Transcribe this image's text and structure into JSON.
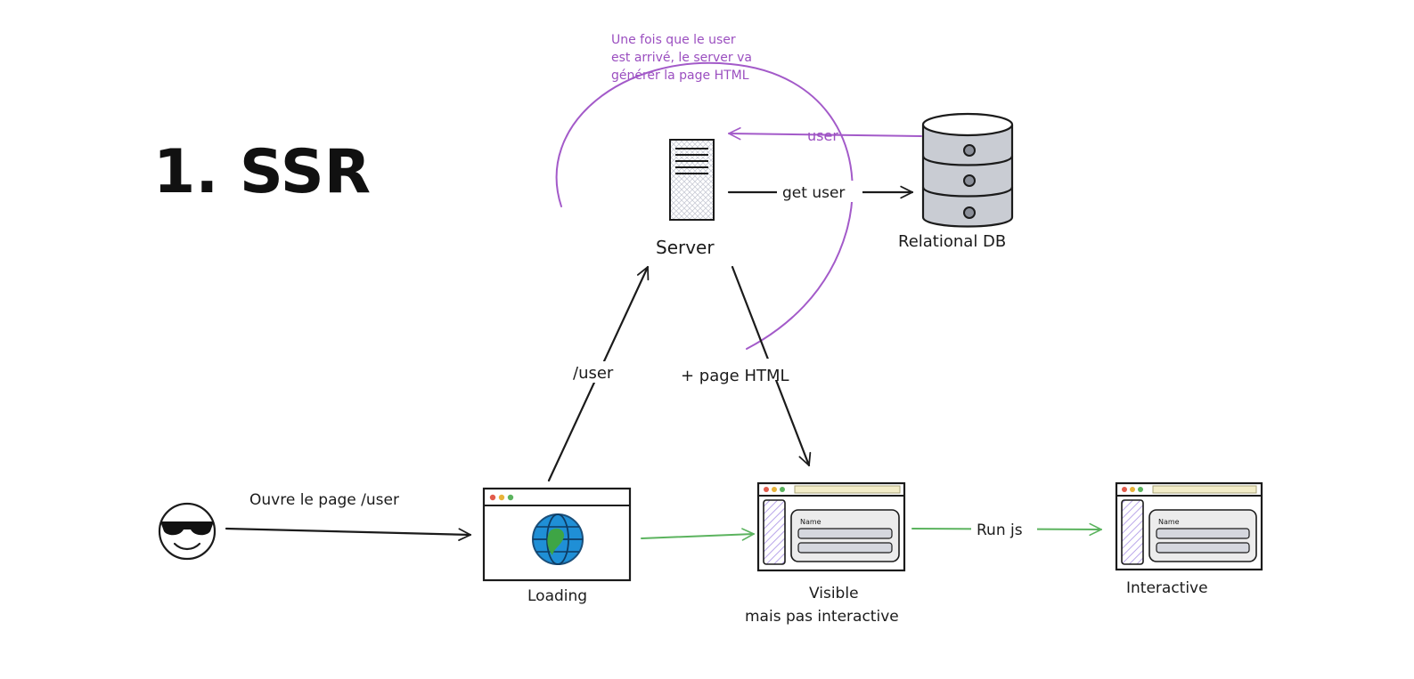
{
  "title": "1. SSR",
  "note": {
    "line1": "Une fois que le user",
    "line2": "est arrivé, le server va",
    "line3": "générer la page HTML"
  },
  "nodes": {
    "server": "Server",
    "database": "Relational DB",
    "loading": "Loading",
    "visible_line1": "Visible",
    "visible_line2": "mais pas interactive",
    "interactive": "Interactive"
  },
  "edges": {
    "open_page": "Ouvre le page /user",
    "request": "/user",
    "response": "+ page HTML",
    "get_user": "get user",
    "user_back": "user",
    "run_js": "Run js"
  },
  "mock_ui": {
    "visible_field": "Name",
    "interactive_field": "Name"
  },
  "colors": {
    "ink": "#1b1b1b",
    "note": "#9b4fc0",
    "flow": "#5bb35e",
    "db_fill": "#c9ccd3",
    "sidebar_fill": "#c8b8f0"
  }
}
